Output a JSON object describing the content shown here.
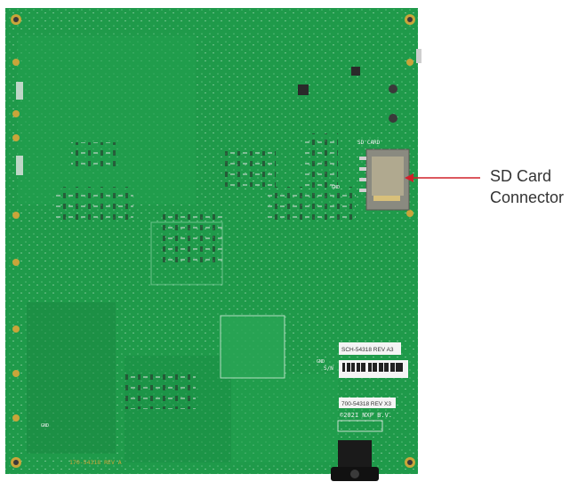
{
  "callout": {
    "line1": "SD Card",
    "line2": "Connector",
    "arrow_color": "#d0202a"
  },
  "board": {
    "sd_silkscreen": "SD CARD",
    "sch_label": "SCH-54318 REV A3",
    "sn_prefix": "S/N",
    "part_label": "700-54318 REV X3",
    "copyright": "©2021 NXP B.V.",
    "board_id_silk": "170-54318 REV A",
    "gnd_label_1": "GND",
    "gnd_label_2": "GND",
    "gnd_label_3": "GND",
    "pcb_color": "#1f9a4a",
    "silk_color": "#f0f0f0"
  }
}
